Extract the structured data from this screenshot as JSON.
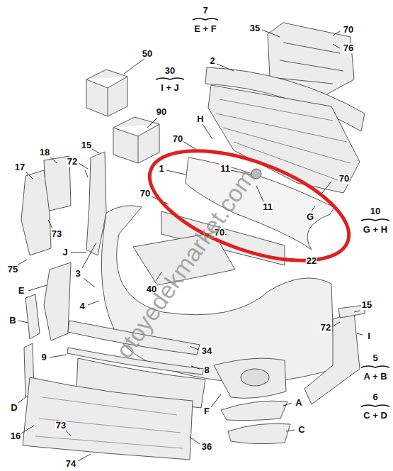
{
  "diagram": {
    "labels": [
      "7",
      "E + F",
      "35",
      "70",
      "76",
      "50",
      "30",
      "I + J",
      "2",
      "90",
      "H",
      "70",
      "15",
      "72",
      "18",
      "17",
      "1",
      "11",
      "11",
      "70",
      "G",
      "70",
      "10",
      "G + H",
      "73",
      "70",
      "22",
      "J",
      "75",
      "3",
      "40",
      "E",
      "4",
      "B",
      "34",
      "15",
      "72",
      "I",
      "5",
      "A + B",
      "6",
      "C + D",
      "9",
      "8",
      "F",
      "A",
      "D",
      "C",
      "16",
      "73",
      "36",
      "74",
      "otoyedekmarket.com"
    ]
  }
}
